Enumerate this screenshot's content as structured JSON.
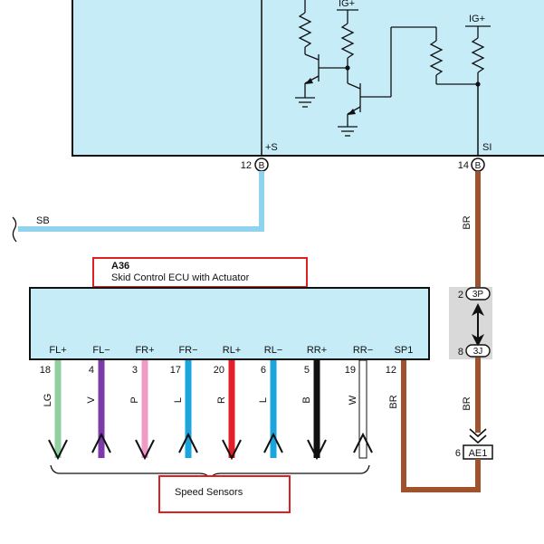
{
  "upper_ecu": {
    "left_terminal": "+S",
    "right_terminal": "SI",
    "ig_label_1": "IG+",
    "ig_label_2": "IG+",
    "pin_left_num": "12",
    "pin_left_letter": "B",
    "pin_right_num": "14",
    "pin_right_letter": "B"
  },
  "sb_wire": {
    "label": "SB"
  },
  "br_wire_upper": {
    "label": "BR"
  },
  "junction": {
    "pin_top_num": "2",
    "pin_top_label": "3P",
    "pin_bottom_num": "8",
    "pin_bottom_label": "3J"
  },
  "br_wire_lower": {
    "label": "BR"
  },
  "ae1_connector": {
    "pin_num": "6",
    "label": "AE1"
  },
  "skid_ecu": {
    "code": "A36",
    "name": "Skid Control ECU with Actuator"
  },
  "terminals": [
    {
      "name": "FL+",
      "pin": "18",
      "color_code": "LG",
      "color": "#8fd19e"
    },
    {
      "name": "FL−",
      "pin": "4",
      "color_code": "V",
      "color": "#7b3aa8"
    },
    {
      "name": "FR+",
      "pin": "3",
      "color_code": "P",
      "color": "#f19ac8"
    },
    {
      "name": "FR−",
      "pin": "17",
      "color_code": "L",
      "color": "#1aa6dc"
    },
    {
      "name": "RL+",
      "pin": "20",
      "color_code": "R",
      "color": "#e3202a"
    },
    {
      "name": "RL−",
      "pin": "6",
      "color_code": "L",
      "color": "#1aa6dc"
    },
    {
      "name": "RR+",
      "pin": "5",
      "color_code": "B",
      "color": "#111111"
    },
    {
      "name": "RR−",
      "pin": "19",
      "color_code": "W",
      "color": "#ffffff"
    },
    {
      "name": "SP1",
      "pin": "12",
      "color_code": "BR",
      "color": "#a0522d"
    }
  ],
  "speed_sensors": {
    "label": "Speed Sensors"
  },
  "colors": {
    "ecu_fill": "#c6ecf8",
    "highlight_box": "#e02020",
    "sb_wire": "#8fd3ef",
    "br_wire": "#a0522d",
    "junction_fill": "#d9d9d9"
  }
}
